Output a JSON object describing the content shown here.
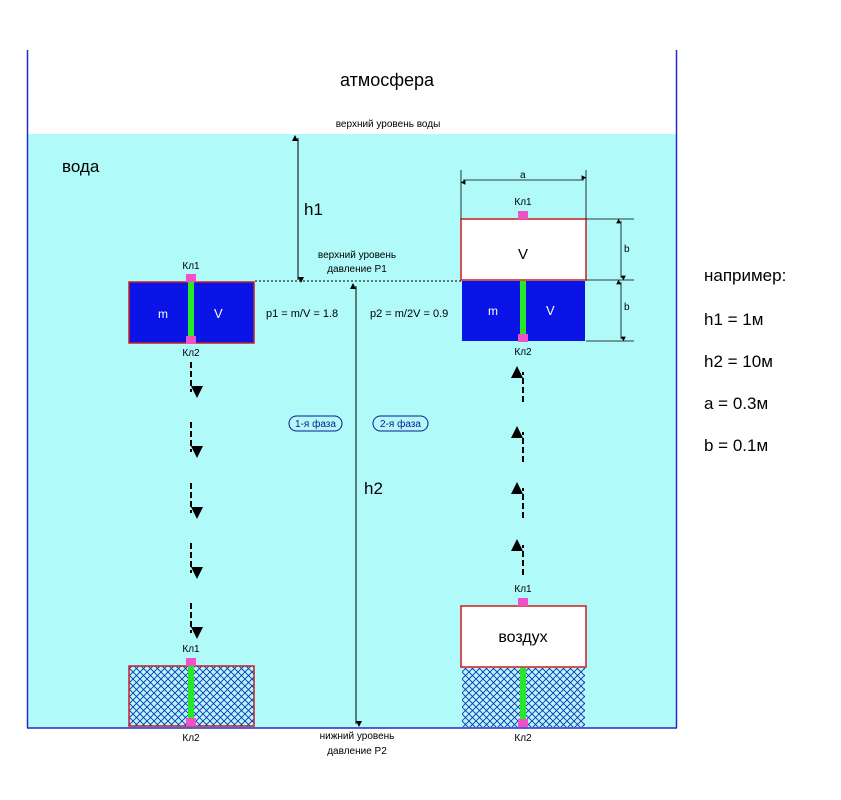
{
  "colors": {
    "water": "#b0fafa",
    "tank_border": "#2828c8",
    "block_blue": "#0a14e6",
    "block_border": "#c81e1e",
    "valve": "#f050c8",
    "rod": "#28e628",
    "mesh": "#1a2ab0",
    "label_blue": "#14148c"
  },
  "labels": {
    "atmosphere": "атмосфера",
    "top_water_level": "верхний уровень воды",
    "water": "вода",
    "h1": "h1",
    "h2": "h2",
    "upper_level_line1": "верхний уровень",
    "upper_level_line2": "давление P1",
    "lower_level_line1": "нижний уровень",
    "lower_level_line2": "давление P2",
    "rho1": "p1 = m/V = 1.8",
    "rho2": "p2 = m/2V = 0.9",
    "phase1": "1-я фаза",
    "phase2": "2-я фаза",
    "a": "a",
    "b_top": "b",
    "b_bottom": "b",
    "m_left": "m",
    "v_left": "V",
    "m_right": "m",
    "v_right_blue": "V",
    "v_right_white": "V",
    "air": "воздух",
    "valve1_left_top": "Кл1",
    "valve2_left_top": "Кл2",
    "valve1_right_top": "Кл1",
    "valve2_right_top": "Кл2",
    "valve1_left_bottom": "Кл1",
    "valve2_left_bottom": "Кл2",
    "valve1_right_bottom": "Кл1",
    "valve2_right_bottom": "Кл2"
  },
  "example": {
    "title": "например:",
    "items": [
      "h1 = 1м",
      "h2 = 10м",
      "a = 0.3м",
      "b = 0.1м"
    ]
  }
}
